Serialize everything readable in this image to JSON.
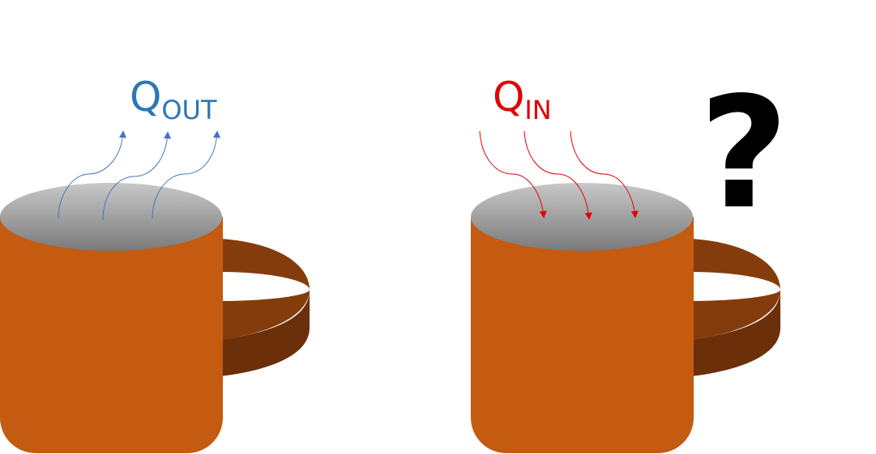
{
  "labels": {
    "left": {
      "main": "Q",
      "sub": "OUT"
    },
    "right": {
      "main": "Q",
      "sub": "IN"
    },
    "question": "?"
  },
  "colors": {
    "mug_body": "#c55a11",
    "handle_top": "#843c0c",
    "handle_bottom": "#6b2f0a",
    "liquid_light": "#c8c8c8",
    "liquid_dark": "#7a7a7a",
    "q_out": "#2e75b6",
    "q_out_arrows": "#4472c4",
    "q_in": "#e00000",
    "question_mark": "#000000"
  }
}
